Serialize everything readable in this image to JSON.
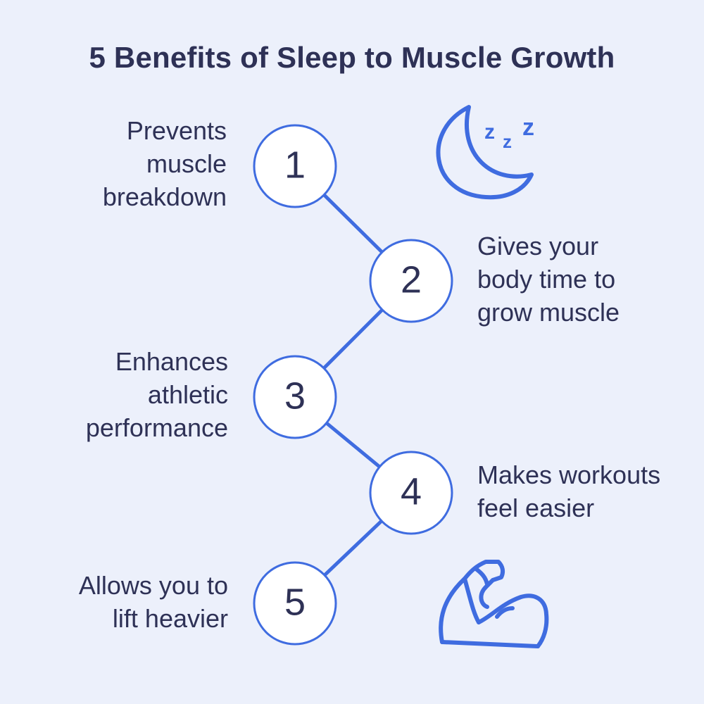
{
  "title": "5 Benefits of Sleep to Muscle Growth",
  "colors": {
    "background": "#ecf0fb",
    "accent": "#3f6ce0",
    "text": "#2e3156",
    "circle_fill": "#ffffff"
  },
  "icons": {
    "top": "moon-sleep-icon",
    "bottom": "flexed-bicep-icon",
    "sleep_letters": [
      "z",
      "z",
      "z"
    ]
  },
  "steps": [
    {
      "number": "1",
      "text": "Prevents\nmuscle\nbreakdown"
    },
    {
      "number": "2",
      "text": "Gives your\nbody time to\ngrow muscle"
    },
    {
      "number": "3",
      "text": "Enhances\nathletic\nperformance"
    },
    {
      "number": "4",
      "text": "Makes workouts\nfeel easier"
    },
    {
      "number": "5",
      "text": "Allows you to\nlift heavier"
    }
  ]
}
